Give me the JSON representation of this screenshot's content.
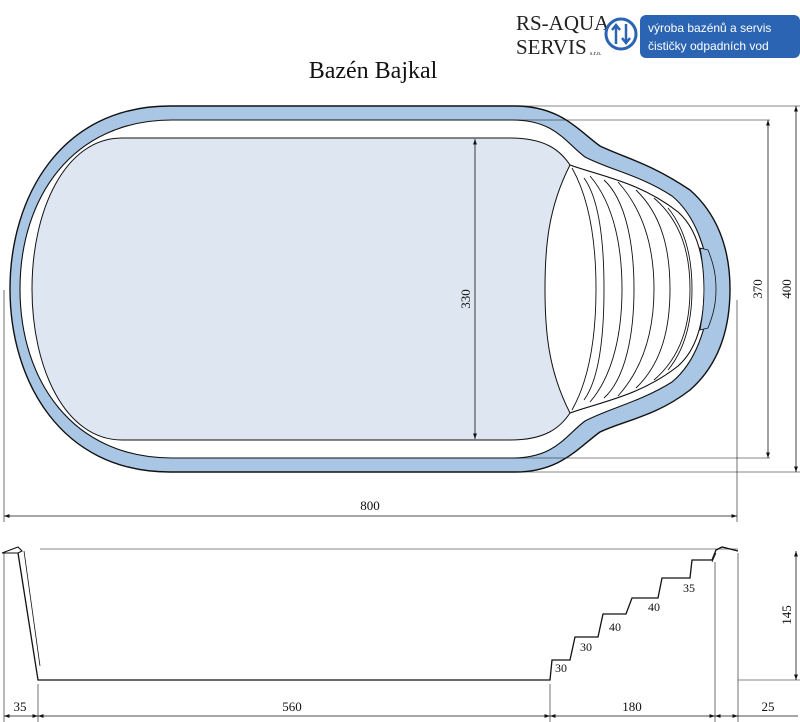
{
  "title": "Bazén Bajkal",
  "logo": {
    "line1": "RS-AQUA",
    "line2": "SERVIS",
    "suffix": "s.r.o.",
    "tagline1": "výroba bazénů a servis",
    "tagline2": "čističky odpadních vod"
  },
  "colors": {
    "pool_rim": "#a9c6e4",
    "pool_water": "#dde6f1",
    "logo_blue": "#2a64b2",
    "ink": "#111111"
  },
  "plan_dimensions": {
    "length": "800",
    "inner_width": "330",
    "width_370": "370",
    "width_400": "400"
  },
  "section_dimensions": {
    "left_wall": "35",
    "floor": "560",
    "stairs": "180",
    "right_wall": "25",
    "depth": "145",
    "steps": [
      "30",
      "30",
      "40",
      "40",
      "35"
    ]
  }
}
